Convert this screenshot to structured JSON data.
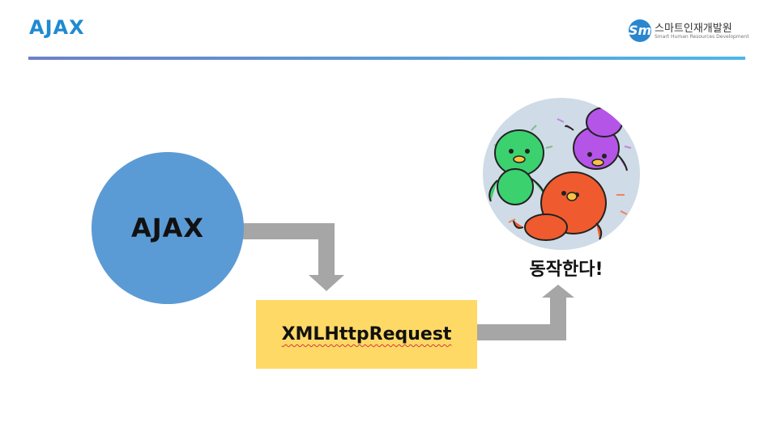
{
  "slide": {
    "title": "AJAX"
  },
  "logo": {
    "mark": "Sm",
    "name": "스마트인재개발원",
    "subtitle": "Smart Human Resources Development",
    "icon": "smhrd-logo-icon"
  },
  "diagram": {
    "source_label": "AJAX",
    "process_label": "XMLHttpRequest",
    "result_label": "동작한다!",
    "result_image": "dancing-penguins-illustration",
    "colors": {
      "source": "#5b9bd5",
      "process": "#ffd966",
      "arrow": "#a6a6a6",
      "title": "#1f8ad2"
    }
  }
}
